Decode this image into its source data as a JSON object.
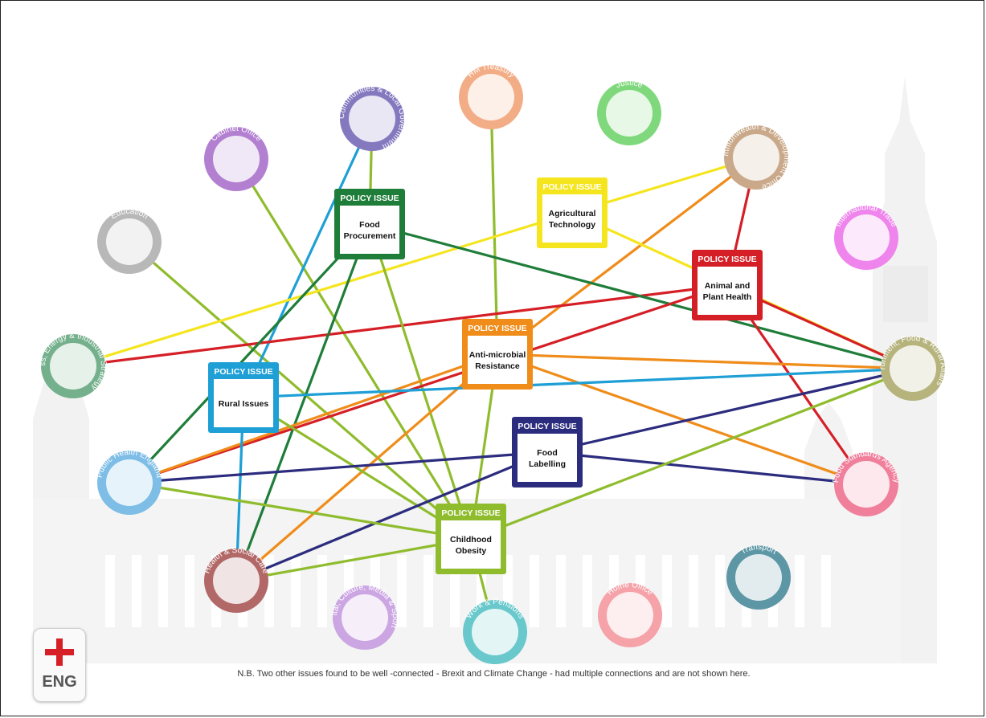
{
  "colors": {
    "green": "#8fbc2d",
    "blue": "#1e9fd6",
    "dark_green": "#1f7d3a",
    "yellow": "#f5e51e",
    "red": "#d51f26",
    "orange": "#ef8c1a",
    "navy": "#2c2c7e",
    "backdrop": "#f2f2f2"
  },
  "departments": [
    {
      "id": "cabinet",
      "label": "Cabinet Office",
      "color": "#b27fd1"
    },
    {
      "id": "hclg",
      "label": "Housing, Communities & Local Government",
      "color": "#8479be"
    },
    {
      "id": "treasury",
      "label": "HM Treasury",
      "color": "#f3ad86"
    },
    {
      "id": "justice",
      "label": "Justice",
      "color": "#7fd97c"
    },
    {
      "id": "fco",
      "label": "Foreign Commonwealth & Development Office",
      "color": "#c9a98a"
    },
    {
      "id": "education",
      "label": "Education",
      "color": "#b8b8b8"
    },
    {
      "id": "trade",
      "label": "International Trade",
      "color": "#ee84ec"
    },
    {
      "id": "beis",
      "label": "Business, Energy & Industrial Strategy",
      "color": "#74b08c"
    },
    {
      "id": "defra",
      "label": "Environment, Food & Rural Affairs",
      "color": "#b6b37d"
    },
    {
      "id": "phe",
      "label": "Public Health England",
      "color": "#7dbde6"
    },
    {
      "id": "fsa",
      "label": "Food Standards Agency",
      "color": "#f07f9c"
    },
    {
      "id": "transport",
      "label": "Transport",
      "color": "#5d97a6"
    },
    {
      "id": "dhsc",
      "label": "Health & Social Care",
      "color": "#b36868"
    },
    {
      "id": "dcms",
      "label": "Digital, Culture, Media & Sport",
      "color": "#cba6e3"
    },
    {
      "id": "dwp",
      "label": "Work & Pensions",
      "color": "#68c8cb"
    },
    {
      "id": "home",
      "label": "Home Office",
      "color": "#f5a2a8"
    }
  ],
  "policy_issues": [
    {
      "id": "food_proc",
      "header": "POLICY ISSUE",
      "line1": "Food",
      "line2": "Procurement",
      "color": "#1f7d3a"
    },
    {
      "id": "agri_tech",
      "header": "POLICY ISSUE",
      "line1": "Agricultural",
      "line2": "Technology",
      "color": "#f5e51e"
    },
    {
      "id": "animal",
      "header": "POLICY ISSUE",
      "line1": "Animal and",
      "line2": "Plant Health",
      "color": "#d51f26"
    },
    {
      "id": "amr",
      "header": "POLICY ISSUE",
      "line1": "Anti-microbial",
      "line2": "Resistance",
      "color": "#ef8c1a"
    },
    {
      "id": "rural",
      "header": "POLICY ISSUE",
      "line1": "Rural Issues",
      "line2": "",
      "color": "#1e9fd6"
    },
    {
      "id": "labelling",
      "header": "POLICY ISSUE",
      "line1": "Food",
      "line2": "Labelling",
      "color": "#2c2c7e"
    },
    {
      "id": "obesity",
      "header": "POLICY ISSUE",
      "line1": "Childhood",
      "line2": "Obesity",
      "color": "#8fbc2d"
    }
  ],
  "connections": [
    {
      "from": "cabinet",
      "to": "obesity",
      "color": "green"
    },
    {
      "from": "education",
      "to": "obesity",
      "color": "green"
    },
    {
      "from": "hclg",
      "to": "food_proc",
      "color": "green"
    },
    {
      "from": "hclg",
      "to": "rural",
      "color": "blue"
    },
    {
      "from": "treasury",
      "to": "amr",
      "color": "green"
    },
    {
      "from": "fco",
      "to": "agri_tech",
      "color": "yellow"
    },
    {
      "from": "fco",
      "to": "animal",
      "color": "red"
    },
    {
      "from": "fco",
      "to": "amr",
      "color": "orange"
    },
    {
      "from": "beis",
      "to": "agri_tech",
      "color": "yellow"
    },
    {
      "from": "beis",
      "to": "animal",
      "color": "red"
    },
    {
      "from": "food_proc",
      "to": "defra",
      "color": "dark_green"
    },
    {
      "from": "food_proc",
      "to": "phe",
      "color": "dark_green"
    },
    {
      "from": "food_proc",
      "to": "dhsc",
      "color": "dark_green"
    },
    {
      "from": "food_proc",
      "to": "obesity",
      "color": "green"
    },
    {
      "from": "agri_tech",
      "to": "defra",
      "color": "yellow"
    },
    {
      "from": "animal",
      "to": "defra",
      "color": "red"
    },
    {
      "from": "animal",
      "to": "fsa",
      "color": "red"
    },
    {
      "from": "animal",
      "to": "phe",
      "color": "red"
    },
    {
      "from": "amr",
      "to": "defra",
      "color": "orange"
    },
    {
      "from": "amr",
      "to": "fsa",
      "color": "orange"
    },
    {
      "from": "amr",
      "to": "phe",
      "color": "orange"
    },
    {
      "from": "amr",
      "to": "dhsc",
      "color": "orange"
    },
    {
      "from": "amr",
      "to": "obesity",
      "color": "green"
    },
    {
      "from": "rural",
      "to": "defra",
      "color": "blue"
    },
    {
      "from": "rural",
      "to": "dhsc",
      "color": "blue"
    },
    {
      "from": "rural",
      "to": "obesity",
      "color": "green"
    },
    {
      "from": "labelling",
      "to": "defra",
      "color": "navy"
    },
    {
      "from": "labelling",
      "to": "fsa",
      "color": "navy"
    },
    {
      "from": "labelling",
      "to": "phe",
      "color": "navy"
    },
    {
      "from": "labelling",
      "to": "dhsc",
      "color": "navy"
    },
    {
      "from": "obesity",
      "to": "phe",
      "color": "green"
    },
    {
      "from": "obesity",
      "to": "dhsc",
      "color": "green"
    },
    {
      "from": "obesity",
      "to": "defra",
      "color": "green"
    },
    {
      "from": "obesity",
      "to": "dwp",
      "color": "green"
    }
  ],
  "footnote": "N.B. Two other issues found to be well -connected - Brexit and Climate Change - had multiple connections and are not shown here.",
  "badge": {
    "label": "ENG",
    "flag": "england-flag-icon"
  }
}
